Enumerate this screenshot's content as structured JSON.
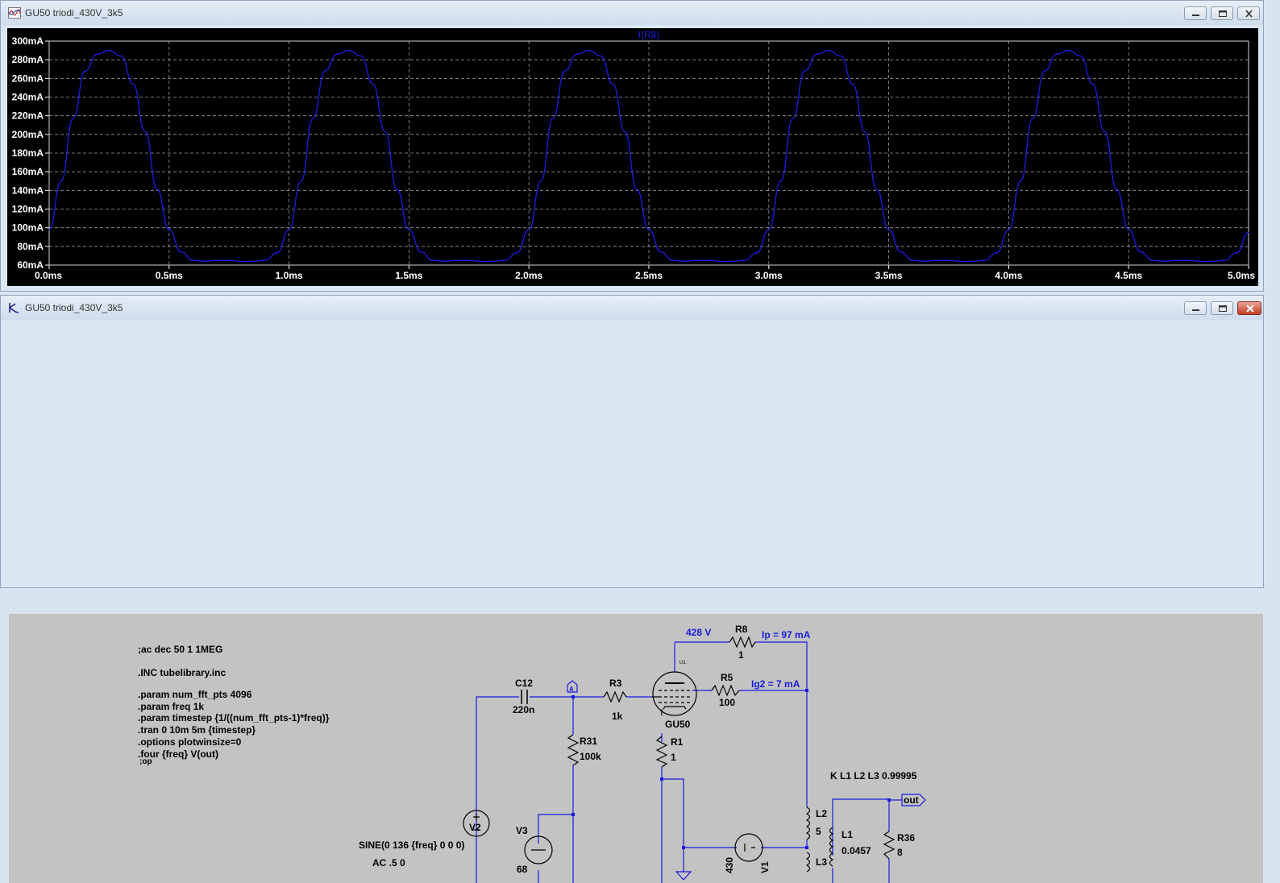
{
  "waveform_window": {
    "title": "GU50 triodi_430V_3k5",
    "icon": "waveform-icon",
    "buttons": [
      "minimize-button",
      "maximize-button",
      "close-button"
    ]
  },
  "schematic_window": {
    "title": "GU50 triodi_430V_3k5",
    "icon": "schematic-icon",
    "buttons": [
      "minimize-button",
      "maximize-button",
      "close-button"
    ]
  },
  "colors": {
    "plot_bg": "#000000",
    "trace": "#1e1ee6",
    "grid": "#9a9a9a",
    "axis_text": "#ffffff",
    "wire": "#1a1adc",
    "schem_bg": "#c3c3c3",
    "close": "#c43b25"
  },
  "chart_data": {
    "type": "line",
    "title": "I(R8)",
    "xlabel": "",
    "ylabel": "",
    "xlim": [
      0,
      5.0
    ],
    "ylim": [
      60,
      300
    ],
    "x_ticks": [
      "0.0ms",
      "0.5ms",
      "1.0ms",
      "1.5ms",
      "2.0ms",
      "2.5ms",
      "3.0ms",
      "3.5ms",
      "4.0ms",
      "4.5ms",
      "5.0ms"
    ],
    "y_ticks": [
      "60mA",
      "80mA",
      "100mA",
      "120mA",
      "140mA",
      "160mA",
      "180mA",
      "200mA",
      "220mA",
      "240mA",
      "260mA",
      "280mA",
      "300mA"
    ],
    "grid": true,
    "series": [
      {
        "name": "I(R8)",
        "color": "#1e1ee6",
        "x": [
          0,
          0.05,
          0.1,
          0.15,
          0.2,
          0.25,
          0.3,
          0.35,
          0.4,
          0.45,
          0.5,
          0.55,
          0.6,
          0.65,
          0.7,
          0.75,
          0.8,
          0.85,
          0.9,
          0.95,
          1.0,
          1.05,
          1.1,
          1.15,
          1.2,
          1.25,
          1.3,
          1.35,
          1.4,
          1.45,
          1.5,
          1.55,
          1.6,
          1.65,
          1.7,
          1.75,
          1.8,
          1.85,
          1.9,
          1.95,
          2.0,
          2.05,
          2.1,
          2.15,
          2.2,
          2.25,
          2.3,
          2.35,
          2.4,
          2.45,
          2.5,
          2.55,
          2.6,
          2.65,
          2.7,
          2.75,
          2.8,
          2.85,
          2.9,
          2.95,
          3.0,
          3.05,
          3.1,
          3.15,
          3.2,
          3.25,
          3.3,
          3.35,
          3.4,
          3.45,
          3.5,
          3.55,
          3.6,
          3.65,
          3.7,
          3.75,
          3.8,
          3.85,
          3.9,
          3.95,
          4.0,
          4.05,
          4.1,
          4.15,
          4.2,
          4.25,
          4.3,
          4.35,
          4.4,
          4.45,
          4.5,
          4.55,
          4.6,
          4.65,
          4.7,
          4.75,
          4.8,
          4.85,
          4.9,
          4.95,
          5.0
        ],
        "y": [
          98,
          150,
          217,
          268,
          286,
          290,
          284,
          254,
          203,
          141,
          98,
          74,
          65,
          64,
          65,
          65,
          64,
          64,
          65,
          73,
          98,
          150,
          217,
          268,
          286,
          290,
          284,
          254,
          203,
          141,
          98,
          74,
          65,
          64,
          65,
          65,
          64,
          64,
          65,
          73,
          98,
          150,
          217,
          268,
          286,
          290,
          284,
          254,
          203,
          141,
          98,
          74,
          65,
          64,
          65,
          65,
          64,
          64,
          65,
          73,
          98,
          150,
          217,
          268,
          286,
          290,
          284,
          254,
          203,
          141,
          98,
          74,
          65,
          64,
          65,
          65,
          64,
          64,
          65,
          73,
          98,
          150,
          217,
          268,
          286,
          290,
          284,
          254,
          203,
          141,
          98,
          74,
          65,
          64,
          65,
          65,
          64,
          64,
          65,
          73,
          95
        ]
      }
    ]
  },
  "schematic": {
    "directives": [
      ";ac dec 50 1 1MEG",
      ".INC tubelibrary.inc",
      ".param num_fft_pts 4096",
      ".param freq 1k",
      ".param timestep {1/((num_fft_pts-1)*freq)}",
      ".tran 0 10m 5m {timestep}",
      ".options plotwinsize=0",
      ".four {freq} V(out)",
      ";op"
    ],
    "labels": {
      "c12": "C12",
      "c12_val": "220n",
      "r3": "R3",
      "r3_val": "1k",
      "r31": "R31",
      "r31_val": "100k",
      "r8": "R8",
      "r8_val": "1",
      "r5": "R5",
      "r5_val": "100",
      "r1": "R1",
      "r1_val": "1",
      "tube": "GU50",
      "tube_ref": "U1",
      "v_node": "428 V",
      "ip": "Ip = 97 mA",
      "ig2": "Ig2 = 7 mA",
      "k": "K L1 L2 L3 0.99995",
      "l2": "L2",
      "l2_val": "5",
      "l1": "L1",
      "l1_val": "0.0457",
      "l3": "L3",
      "r36": "R36",
      "r36_val": "8",
      "out": "out",
      "v2": "V2",
      "v3": "V3",
      "v3_val": "68",
      "v1": "V1",
      "v1_val": "430",
      "sine": "SINE(0 136 {freq} 0 0 0)",
      "ac": "AC .5 0"
    }
  }
}
